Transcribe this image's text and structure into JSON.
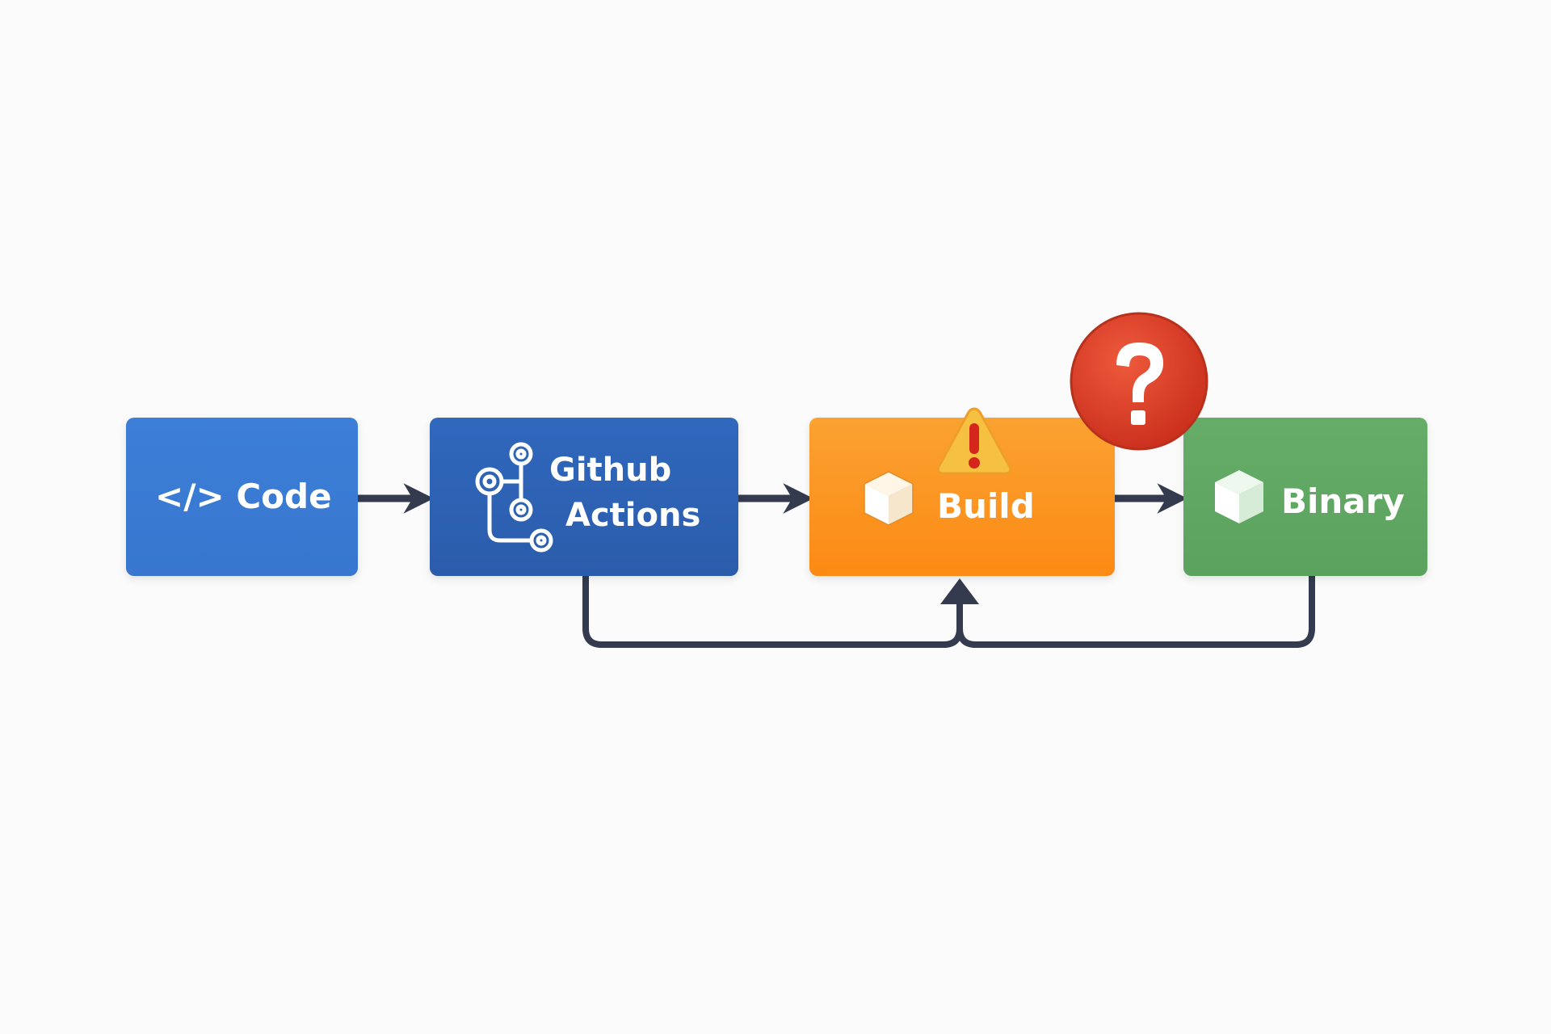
{
  "nodes": {
    "code": {
      "label": "</> Code",
      "color": "#3b7bd4"
    },
    "actions": {
      "line1": "Github",
      "line2": "Actions",
      "color": "#2f63b5"
    },
    "build": {
      "label": "Build",
      "color": "#fb8c1b"
    },
    "binary": {
      "label": "Binary",
      "color": "#5fa862"
    }
  },
  "edges": [
    {
      "from": "code",
      "to": "actions"
    },
    {
      "from": "actions",
      "to": "build"
    },
    {
      "from": "build",
      "to": "binary"
    },
    {
      "from": "actions",
      "to": "build",
      "route": "loop-below"
    },
    {
      "from": "binary",
      "to": "build",
      "route": "loop-below"
    }
  ],
  "badges": {
    "warning_icon": "warning-triangle-icon",
    "question_icon": "question-mark-icon",
    "question_color": "#d93b25",
    "warning_color": "#f6bd3b"
  },
  "colors": {
    "arrow": "#343b4f",
    "background": "#fbfbfb"
  }
}
